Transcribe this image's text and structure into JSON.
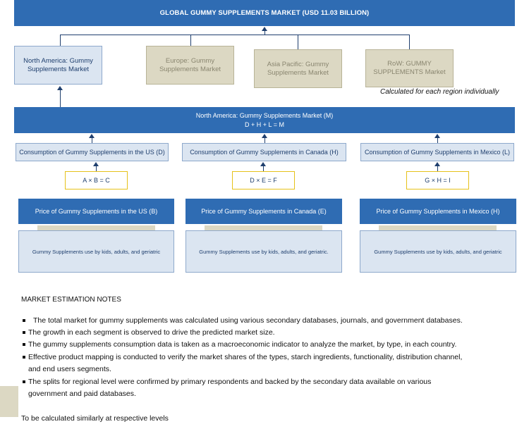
{
  "header": {
    "title": "GLOBAL GUMMY SUPPLEMENTS MARKET (USD 11.03 BILLION)"
  },
  "regions": [
    {
      "label": "North America: Gummy Supplements Market"
    },
    {
      "label": "Europe: Gummy Supplements Market"
    },
    {
      "label": "Asia Pacific: Gummy Supplements Market"
    },
    {
      "label": "RoW: GUMMY SUPPLEMENTS Market"
    }
  ],
  "region_note": "Calculated for each region individually",
  "na_market": {
    "title": "North America: Gummy Supplements Market (M)",
    "formula": "D + H + L = M"
  },
  "consumption": [
    {
      "label": "Consumption of Gummy Supplements in the US (D)"
    },
    {
      "label": "Consumption of Gummy Supplements in Canada (H)"
    },
    {
      "label": "Consumption of Gummy Supplements in Mexico (L)"
    }
  ],
  "formulas": [
    "A × B = C",
    "D × E = F",
    "G × H = I"
  ],
  "price": [
    {
      "label": "Price of Gummy Supplements in the US (B)"
    },
    {
      "label": "Price of Gummy Supplements in Canada (E)"
    },
    {
      "label": "Price of Gummy Supplements in Mexico (H)"
    }
  ],
  "usage": [
    "Gummy Supplements use by kids, adults, and geriatric",
    "Gummy Supplements use by kids, adults, and geriatric.",
    "Gummy Supplements use by kids, adults, and geriatric"
  ],
  "notes": {
    "heading": "MARKET ESTIMATION NOTES",
    "lines": [
      "The total market for gummy supplements was calculated using various secondary databases, journals, and government databases.",
      "The growth in each segment is observed to drive the predicted market size.",
      "The gummy supplements consumption data is taken as a macroeconomic indicator to analyze the market, by type, in each country.",
      "Effective product mapping is conducted to verify the market shares of the types, starch ingredients, functionality, distribution channel,",
      "and end users segments.",
      "The splits for regional level were confirmed by primary respondents and backed by the secondary data available on various",
      "government and paid databases."
    ],
    "footer": "To be calculated similarly at respective levels"
  },
  "colors": {
    "primary": "#2f6cb3",
    "light": "#dbe5f1",
    "beige": "#dcd8c3",
    "formula_border": "#e6c21a"
  }
}
